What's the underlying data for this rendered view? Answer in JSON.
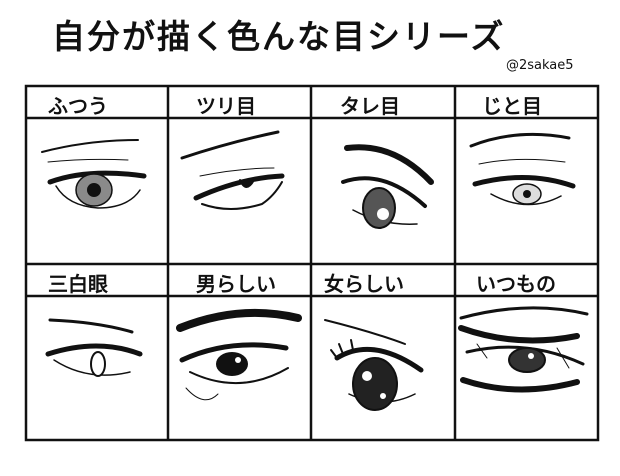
{
  "title": "自分が描く色んな目シリーズ",
  "handle": "@2sakae5",
  "row1": {
    "c1": "ふつう",
    "c2": "ツリ目",
    "c3": "タレ目",
    "c4": "じと目"
  },
  "row2": {
    "c1": "三白眼",
    "c2": "男らしい",
    "c3": "女らしい",
    "c4": "いつもの"
  },
  "colors": {
    "ink": "#111111",
    "iris_gray": "#8a8a8a",
    "paper": "#ffffff"
  }
}
